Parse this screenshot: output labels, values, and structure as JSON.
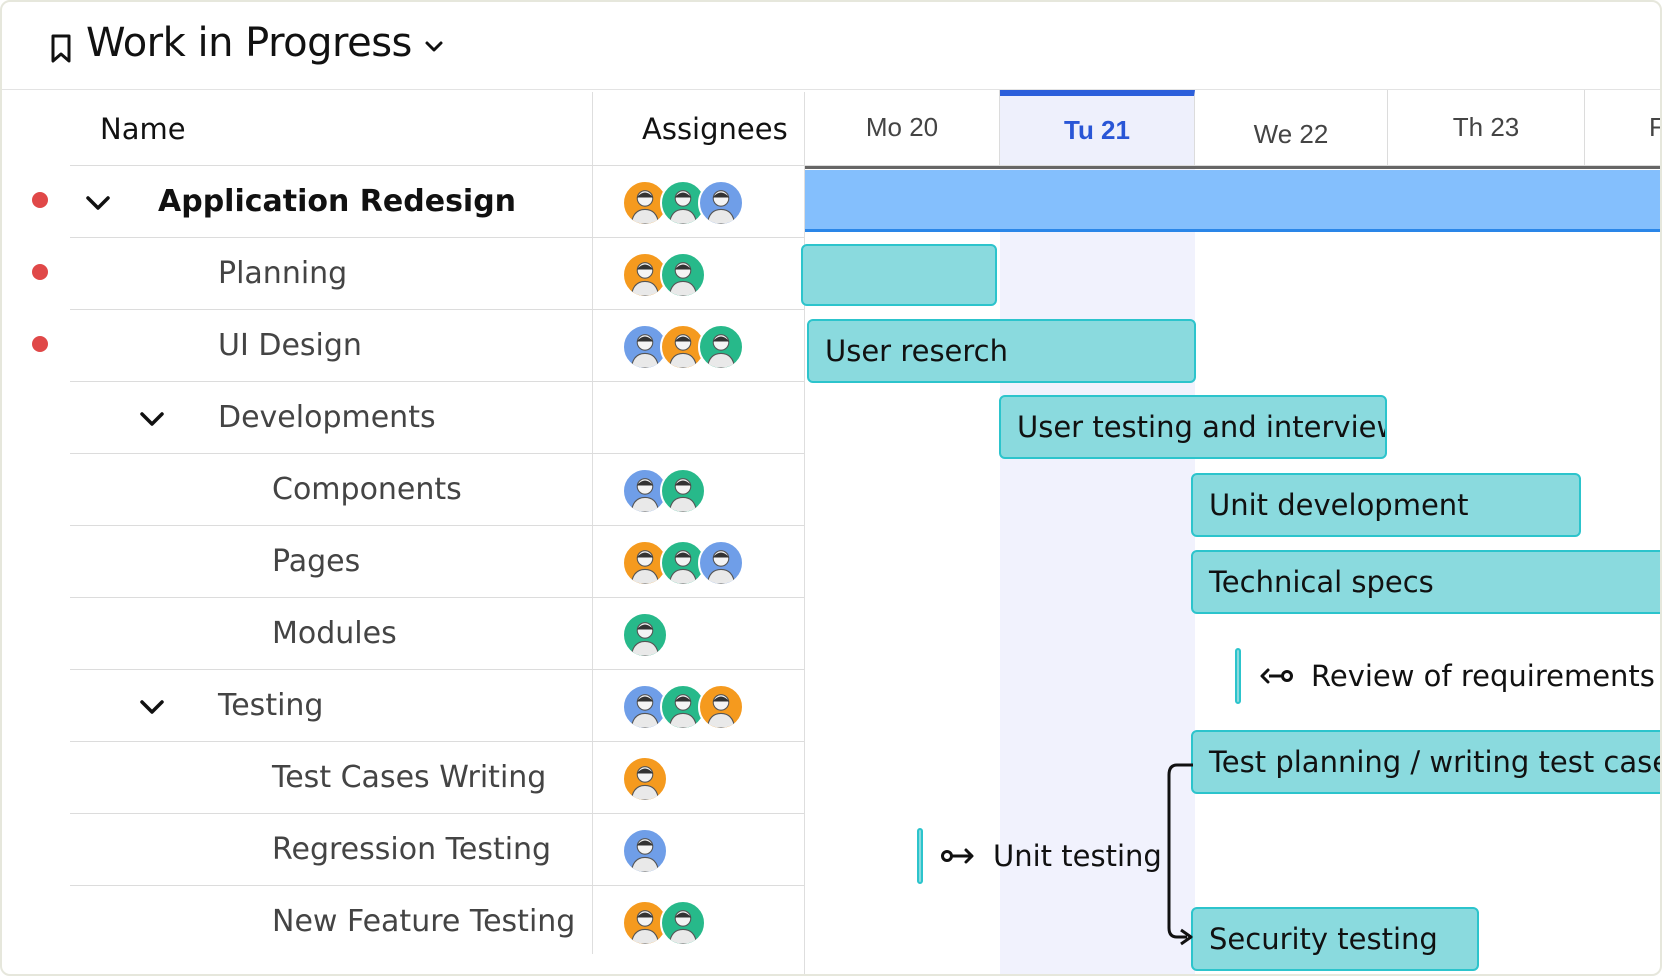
{
  "header": {
    "title": "Work in Progress"
  },
  "columns": {
    "name": "Name",
    "assignees": "Assignees"
  },
  "rows": [
    {
      "label": "Application Redesign",
      "level": 0,
      "expanded": true,
      "flag": true,
      "bold": true,
      "assignees": [
        "orange",
        "green",
        "blue"
      ]
    },
    {
      "label": "Planning",
      "level": 1,
      "flag": true,
      "assignees": [
        "orange",
        "green"
      ]
    },
    {
      "label": "UI Design",
      "level": 1,
      "flag": true,
      "assignees": [
        "blue",
        "orange",
        "green"
      ]
    },
    {
      "label": "Developments",
      "level": 1,
      "expanded": true,
      "assignees": []
    },
    {
      "label": "Components",
      "level": 2,
      "assignees": [
        "blue",
        "green"
      ]
    },
    {
      "label": "Pages",
      "level": 2,
      "assignees": [
        "orange",
        "green",
        "blue"
      ]
    },
    {
      "label": "Modules",
      "level": 2,
      "assignees": [
        "green"
      ]
    },
    {
      "label": "Testing",
      "level": 1,
      "expanded": true,
      "assignees": [
        "blue",
        "green",
        "orange"
      ]
    },
    {
      "label": "Test Cases Writing",
      "level": 2,
      "assignees": [
        "orange"
      ]
    },
    {
      "label": "Regression Testing",
      "level": 2,
      "assignees": [
        "blue"
      ]
    },
    {
      "label": "New Feature Testing",
      "level": 2,
      "assignees": [
        "orange",
        "green"
      ]
    }
  ],
  "timeline": {
    "days": [
      "Mo 20",
      "Tu 21",
      "We 22",
      "Th 23",
      "F"
    ],
    "active_day": "Tu 21",
    "bars": {
      "user_research": "User reserch",
      "user_testing": "User testing and interview",
      "unit_development": "Unit development",
      "technical_specs": "Technical specs",
      "test_planning": "Test planning / writing test cases",
      "security_testing": "Security testing"
    },
    "milestones": {
      "review": "Review of  requirements",
      "unit_testing": "Unit testing"
    }
  },
  "colors": {
    "accent": "#2c5fdb",
    "flag": "#e04848",
    "task_bar": "#8adade",
    "task_border": "#2cc4cc",
    "parent_bar": "#84bffd",
    "avatar_orange": "#f59a1e",
    "avatar_green": "#27b98a",
    "avatar_blue": "#6f9ee8"
  }
}
